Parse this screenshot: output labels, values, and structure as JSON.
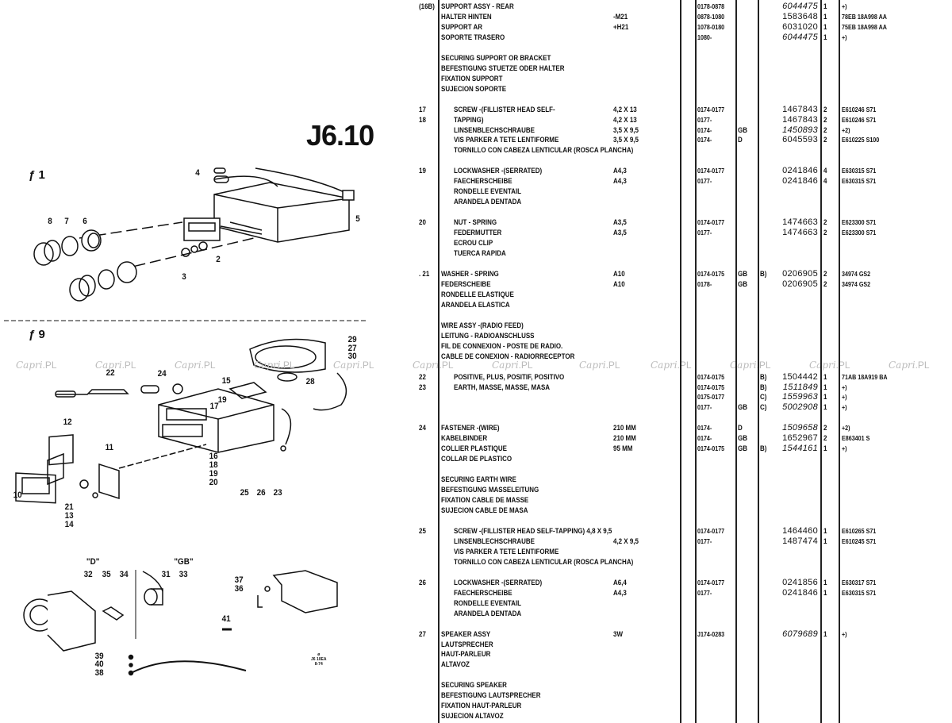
{
  "page_title": "J6.10",
  "figures": {
    "fig1": "ƒ 1",
    "fig9": "ƒ 9",
    "variant_d": "\"D\"",
    "variant_gb": "\"GB\""
  },
  "stamp": {
    "line1": "J6 10EA",
    "line2": "8-74"
  },
  "watermark": {
    "brand": "Capri",
    "suffix": ".PL"
  },
  "callouts": [
    "8",
    "7",
    "6",
    "4",
    "5",
    "2",
    "3",
    "29",
    "27",
    "30",
    "28",
    "22",
    "24",
    "15",
    "19",
    "17",
    "12",
    "11",
    "16",
    "18",
    "19",
    "20",
    "25",
    "26",
    "23",
    "10",
    "21",
    "13",
    "14",
    "32",
    "35",
    "34",
    "31",
    "33",
    "37",
    "36",
    "41",
    "39",
    "40",
    "38"
  ],
  "rows": [
    {
      "no": "(16B)",
      "desc": "SUPPORT ASSY - REAR",
      "date": "0178-0878",
      "part": "6044475",
      "it": true,
      "qty": "1",
      "ref": "+)"
    },
    {
      "desc": "HALTER HINTEN",
      "spec": "-M21",
      "date": "0878-1080",
      "part": "1583648",
      "qty": "1",
      "ref": "78EB 18A998 AA"
    },
    {
      "desc": "SUPPORT AR",
      "spec": "+H21",
      "date": "1078-0180",
      "part": "6031020",
      "qty": "1",
      "ref": "75EB 18A998 AA"
    },
    {
      "desc": "SOPORTE TRASERO",
      "date": "1080-",
      "part": "6044475",
      "it": true,
      "qty": "1",
      "ref": "+)"
    },
    {},
    {
      "desc": "SECURING SUPPORT OR BRACKET"
    },
    {
      "desc": "BEFESTIGUNG STUETZE ODER HALTER"
    },
    {
      "desc": "FIXATION SUPPORT"
    },
    {
      "desc": "SUJECION SOPORTE"
    },
    {},
    {
      "no": "17",
      "ind": true,
      "desc": "SCREW -(FILLISTER HEAD SELF-",
      "spec": "4,2 X 13",
      "date": "0174-0177",
      "part": "1467843",
      "qty": "2",
      "ref": "E610246 S71"
    },
    {
      "no": "18",
      "ind": true,
      "desc": "TAPPING)",
      "spec": "4,2 X 13",
      "date": "0177-",
      "part": "1467843",
      "qty": "2",
      "ref": "E610246 S71"
    },
    {
      "ind": true,
      "desc": "LINSENBLECHSCHRAUBE",
      "spec": "3,5 X 9,5",
      "date": "0174-",
      "ctry": "GB",
      "part": "1450893",
      "it": true,
      "qty": "2",
      "ref": "+2)"
    },
    {
      "ind": true,
      "desc": "VIS PARKER A TETE LENTIFORME",
      "spec": "3,5 X 9,5",
      "date": "0174-",
      "ctry": "D",
      "part": "6045593",
      "qty": "2",
      "ref": "E610225 S100"
    },
    {
      "ind": true,
      "desc": "TORNILLO CON CABEZA LENTICULAR (ROSCA PLANCHA)"
    },
    {},
    {
      "no": "19",
      "ind": true,
      "desc": "LOCKWASHER -(SERRATED)",
      "spec": "A4,3",
      "date": "0174-0177",
      "part": "0241846",
      "qty": "4",
      "ref": "E630315 S71"
    },
    {
      "ind": true,
      "desc": "FAECHERSCHEIBE",
      "spec": "A4,3",
      "date": "0177-",
      "part": "0241846",
      "qty": "4",
      "ref": "E630315 S71"
    },
    {
      "ind": true,
      "desc": "RONDELLE EVENTAIL"
    },
    {
      "ind": true,
      "desc": "ARANDELA DENTADA"
    },
    {},
    {
      "no": "20",
      "ind": true,
      "desc": "NUT - SPRING",
      "spec": "A3,5",
      "date": "0174-0177",
      "part": "1474663",
      "qty": "2",
      "ref": "E623300 S71"
    },
    {
      "ind": true,
      "desc": "FEDERMUTTER",
      "spec": "A3,5",
      "date": "0177-",
      "part": "1474663",
      "qty": "2",
      "ref": "E623300 S71"
    },
    {
      "ind": true,
      "desc": "ECROU CLIP"
    },
    {
      "ind": true,
      "desc": "TUERCA RAPIDA"
    },
    {},
    {
      "no": ". 21",
      "desc": "WASHER - SPRING",
      "spec": "A10",
      "date": "0174-0175",
      "ctry": "GB",
      "note": "B)",
      "part": "0206905",
      "qty": "2",
      "ref": "34974 GS2"
    },
    {
      "desc": "FEDERSCHEIBE",
      "spec": "A10",
      "date": "0178-",
      "ctry": "GB",
      "part": "0206905",
      "qty": "2",
      "ref": "34974 GS2"
    },
    {
      "desc": "RONDELLE ELASTIQUE"
    },
    {
      "desc": "ARANDELA ELASTICA"
    },
    {},
    {
      "desc": "WIRE ASSY -(RADIO FEED)"
    },
    {
      "desc": "LEITUNG - RADIOANSCHLUSS"
    },
    {
      "desc": "FIL DE CONNEXION - POSTE DE RADIO."
    },
    {
      "desc": "CABLE DE CONEXION - RADIORRECEPTOR"
    },
    {},
    {
      "no": "22",
      "ind": true,
      "desc": "POSITIVE, PLUS, POSITIF, POSITIVO",
      "date": "0174-0175",
      "note": "B)",
      "part": "1504442",
      "qty": "1",
      "ref": "71AB 18A919 BA"
    },
    {
      "no": "23",
      "ind": true,
      "desc": "EARTH, MASSE, MASSE, MASA",
      "date": "0174-0175",
      "note": "B)",
      "part": "1511849",
      "it": true,
      "qty": "1",
      "ref": "+)"
    },
    {
      "date": "0175-0177",
      "note": "C)",
      "part": "1559963",
      "it": true,
      "qty": "1",
      "ref": "+)"
    },
    {
      "date": "0177-",
      "ctry": "GB",
      "note": "C)",
      "part": "5002908",
      "it": true,
      "qty": "1",
      "ref": "+)"
    },
    {},
    {
      "no": "24",
      "desc": "FASTENER -(WIRE)",
      "spec": "210 MM",
      "date": "0174-",
      "ctry": "D",
      "part": "1509658",
      "it": true,
      "qty": "2",
      "ref": "+2)"
    },
    {
      "desc": "KABELBINDER",
      "spec": "210 MM",
      "date": "0174-",
      "ctry": "GB",
      "part": "1652967",
      "qty": "2",
      "ref": "E863401 S"
    },
    {
      "desc": "COLLIER PLASTIQUE",
      "spec": "95 MM",
      "date": "0174-0175",
      "ctry": "GB",
      "note": "B)",
      "part": "1544161",
      "it": true,
      "qty": "1",
      "ref": "+)"
    },
    {
      "desc": "COLLAR DE PLASTICO"
    },
    {},
    {
      "desc": "SECURING EARTH WIRE"
    },
    {
      "desc": "BEFESTIGUNG MASSELEITUNG"
    },
    {
      "desc": "FIXATION CABLE DE MASSE"
    },
    {
      "desc": "SUJECION CABLE DE MASA"
    },
    {},
    {
      "no": "25",
      "ind": true,
      "desc": "SCREW -(FILLISTER HEAD SELF-TAPPING) 4,8 X 9,5",
      "date": "0174-0177",
      "part": "1464460",
      "qty": "1",
      "ref": "E610265 S71"
    },
    {
      "ind": true,
      "desc": "LINSENBLECHSCHRAUBE",
      "spec": "4,2 X 9,5",
      "date": "0177-",
      "part": "1487474",
      "qty": "1",
      "ref": "E610245 S71"
    },
    {
      "ind": true,
      "desc": "VIS PARKER A TETE LENTIFORME"
    },
    {
      "ind": true,
      "desc": "TORNILLO CON CABEZA LENTICULAR (ROSCA PLANCHA)"
    },
    {},
    {
      "no": "26",
      "ind": true,
      "desc": "LOCKWASHER -(SERRATED)",
      "spec": "A6,4",
      "date": "0174-0177",
      "part": "0241856",
      "qty": "1",
      "ref": "E630317 S71"
    },
    {
      "ind": true,
      "desc": "FAECHERSCHEIBE",
      "spec": "A4,3",
      "date": "0177-",
      "part": "0241846",
      "qty": "1",
      "ref": "E630315 S71"
    },
    {
      "ind": true,
      "desc": "RONDELLE EVENTAIL"
    },
    {
      "ind": true,
      "desc": "ARANDELA DENTADA"
    },
    {},
    {
      "no": "27",
      "desc": "SPEAKER ASSY",
      "spec": "3W",
      "date": "J174-0283",
      "part": "6079689",
      "it": true,
      "qty": "1",
      "ref": "+)"
    },
    {
      "desc": "LAUTSPRECHER"
    },
    {
      "desc": "HAUT-PARLEUR"
    },
    {
      "desc": "ALTAVOZ"
    },
    {},
    {
      "desc": "SECURING SPEAKER"
    },
    {
      "desc": "BEFESTIGUNG LAUTSPRECHER"
    },
    {
      "desc": "FIXATION HAUT-PARLEUR"
    },
    {
      "desc": "SUJECION ALTAVOZ"
    }
  ]
}
